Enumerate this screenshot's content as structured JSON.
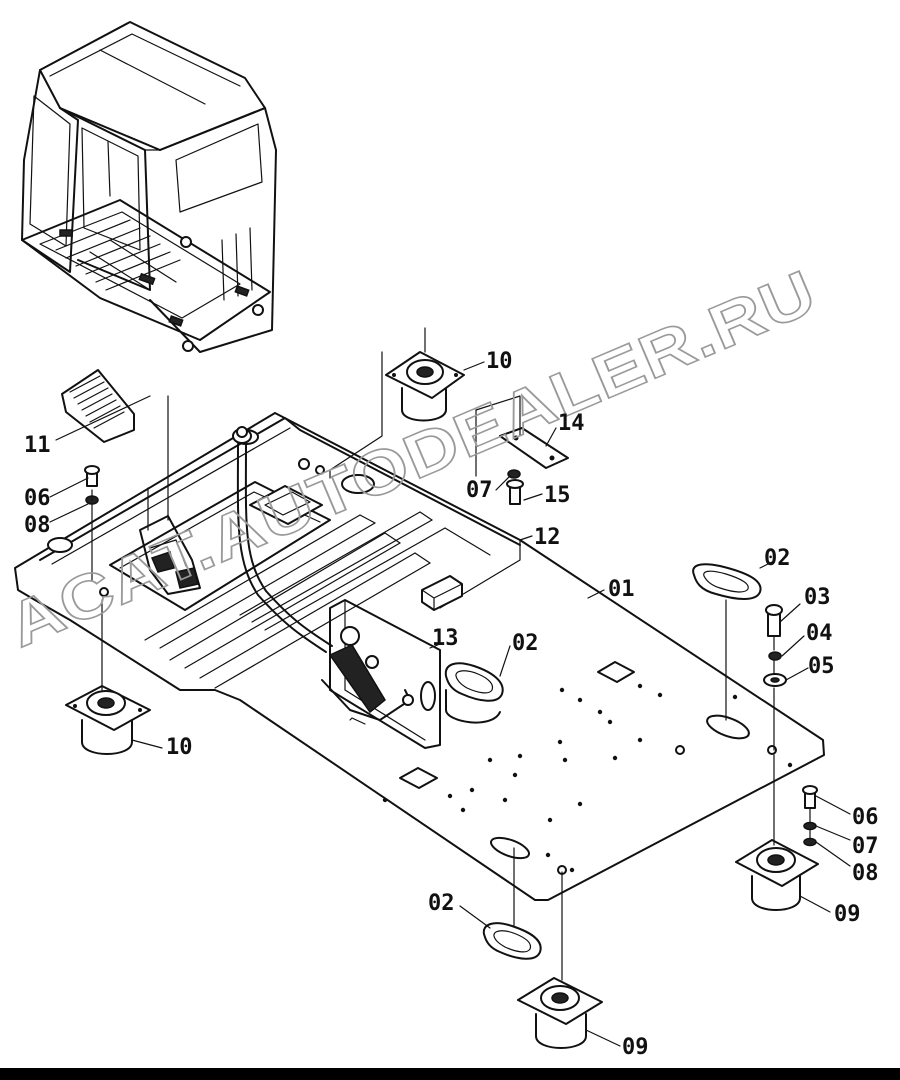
{
  "watermark": "ACAT.AUTODEALER.RU",
  "callouts": [
    {
      "id": "c-10-top",
      "text": "10"
    },
    {
      "id": "c-14",
      "text": "14"
    },
    {
      "id": "c-11",
      "text": "11"
    },
    {
      "id": "c-06-left",
      "text": "06"
    },
    {
      "id": "c-08-left",
      "text": "08"
    },
    {
      "id": "c-07-mid",
      "text": "07"
    },
    {
      "id": "c-15",
      "text": "15"
    },
    {
      "id": "c-12",
      "text": "12"
    },
    {
      "id": "c-02-right",
      "text": "02"
    },
    {
      "id": "c-01",
      "text": "01"
    },
    {
      "id": "c-03",
      "text": "03"
    },
    {
      "id": "c-04",
      "text": "04"
    },
    {
      "id": "c-05",
      "text": "05"
    },
    {
      "id": "c-13",
      "text": "13"
    },
    {
      "id": "c-02-mid",
      "text": "02"
    },
    {
      "id": "c-10-bottom",
      "text": "10"
    },
    {
      "id": "c-06-right",
      "text": "06"
    },
    {
      "id": "c-07-right",
      "text": "07"
    },
    {
      "id": "c-08-right",
      "text": "08"
    },
    {
      "id": "c-09-right",
      "text": "09"
    },
    {
      "id": "c-02-bottom",
      "text": "02"
    },
    {
      "id": "c-09-bottom",
      "text": "09"
    }
  ]
}
